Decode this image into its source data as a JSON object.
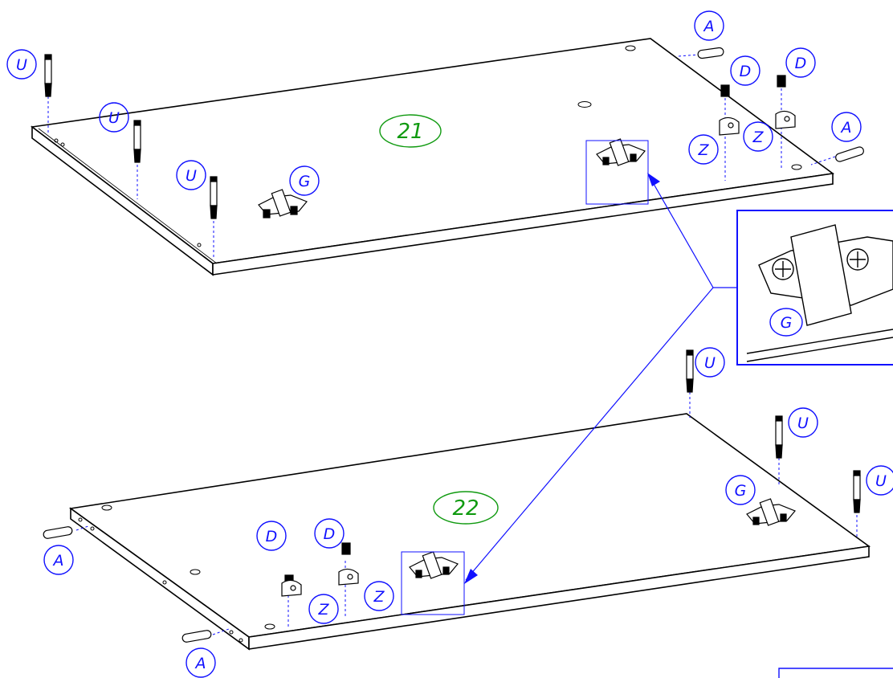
{
  "panels": [
    {
      "number": "21"
    },
    {
      "number": "22"
    }
  ],
  "callouts": [
    {
      "letter": "U"
    },
    {
      "letter": "U"
    },
    {
      "letter": "U"
    },
    {
      "letter": "G"
    },
    {
      "letter": "A"
    },
    {
      "letter": "A"
    },
    {
      "letter": "D"
    },
    {
      "letter": "D"
    },
    {
      "letter": "Z"
    },
    {
      "letter": "Z"
    },
    {
      "letter": "U"
    },
    {
      "letter": "U"
    },
    {
      "letter": "U"
    },
    {
      "letter": "G"
    },
    {
      "letter": "D"
    },
    {
      "letter": "D"
    },
    {
      "letter": "Z"
    },
    {
      "letter": "Z"
    },
    {
      "letter": "A"
    },
    {
      "letter": "A"
    }
  ],
  "detail": {
    "letter": "G"
  },
  "colors": {
    "line": "#000000",
    "callout": "#1010ff",
    "panel_number": "#109a10",
    "panel_fill": "#ffffff"
  }
}
